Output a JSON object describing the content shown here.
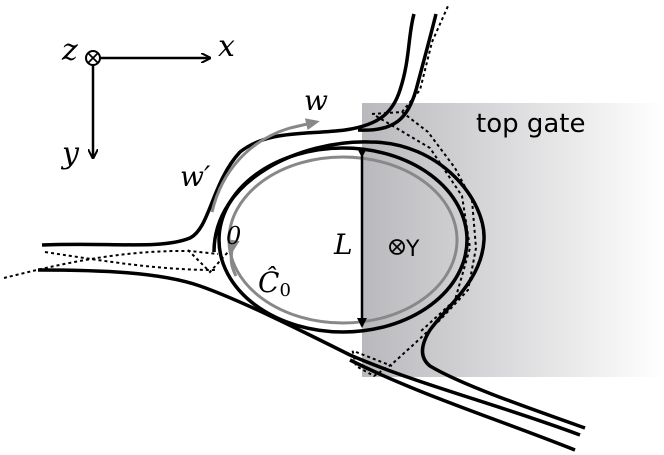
{
  "axes": {
    "x_label": "x",
    "y_label": "y",
    "z_label": "z",
    "z_symbol": "⊗"
  },
  "labels": {
    "top_gate": "top gate",
    "w": "w",
    "w_prime": "w′",
    "zero": "0",
    "c0": "Ĉ",
    "c0_sub": "0",
    "L": "L",
    "gamma_symbol": "⊗",
    "gamma": "Y"
  },
  "colors": {
    "line": "#000000",
    "arrow_gray": "#888888",
    "gate_left": "#b9b9bd",
    "gate_right": "#ffffff"
  }
}
